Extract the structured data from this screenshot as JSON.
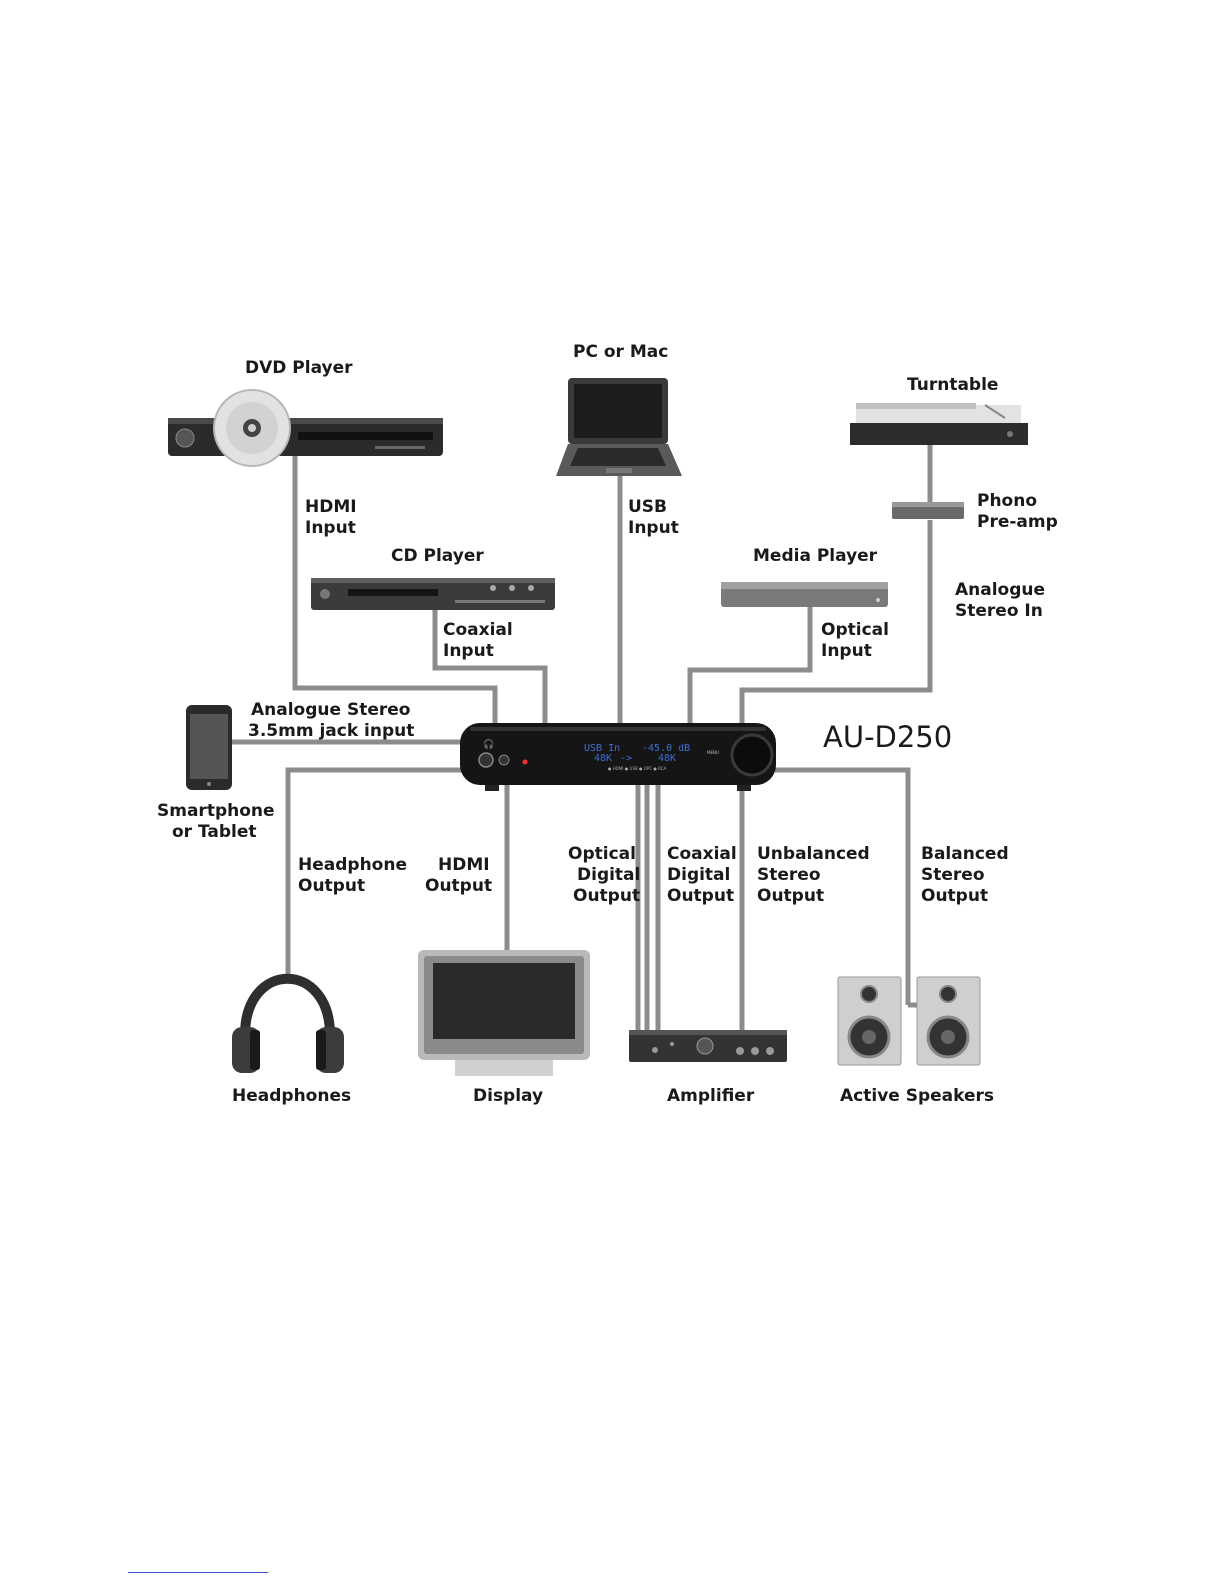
{
  "devices": {
    "dvd": "DVD Player",
    "pc": "PC or Mac",
    "turntable": "Turntable",
    "phono_1": "Phono",
    "phono_2": "Pre-amp",
    "cd": "CD Player",
    "media": "Media Player",
    "smartphone_1": "Smartphone",
    "smartphone_2": "or Tablet",
    "headphones": "Headphones",
    "display": "Display",
    "amplifier": "Amplifier",
    "speakers": "Active Speakers"
  },
  "connections": {
    "hdmi_in_1": "HDMI",
    "hdmi_in_2": "Input",
    "usb_in_1": "USB",
    "usb_in_2": "Input",
    "analogue_in_1": "Analogue",
    "analogue_in_2": "Stereo In",
    "coax_in_1": "Coaxial",
    "coax_in_2": "Input",
    "optical_in_1": "Optical",
    "optical_in_2": "Input",
    "jack_in_1": "Analogue Stereo",
    "jack_in_2": "3.5mm jack input",
    "headphone_out_1": "Headphone",
    "headphone_out_2": "Output",
    "hdmi_out_1": "HDMI",
    "hdmi_out_2": "Output",
    "optical_out_1": "Optical",
    "optical_out_2": "Digital",
    "optical_out_3": "Output",
    "coax_out_1": "Coaxial",
    "coax_out_2": "Digital",
    "coax_out_3": "Output",
    "unbal_out_1": "Unbalanced",
    "unbal_out_2": "Stereo",
    "unbal_out_3": "Output",
    "bal_out_1": "Balanced",
    "bal_out_2": "Stereo",
    "bal_out_3": "Output"
  },
  "unit": {
    "model": "AU-D250",
    "lcd_line1_left": "USB In",
    "lcd_line1_right": "-45.0 dB",
    "lcd_line2_left": "48K",
    "lcd_line2_mid": "->",
    "lcd_line2_right": "48K",
    "menu_label": "MENU",
    "indicator_row": "● HDMI ● USB ● OPC ● RCA"
  }
}
